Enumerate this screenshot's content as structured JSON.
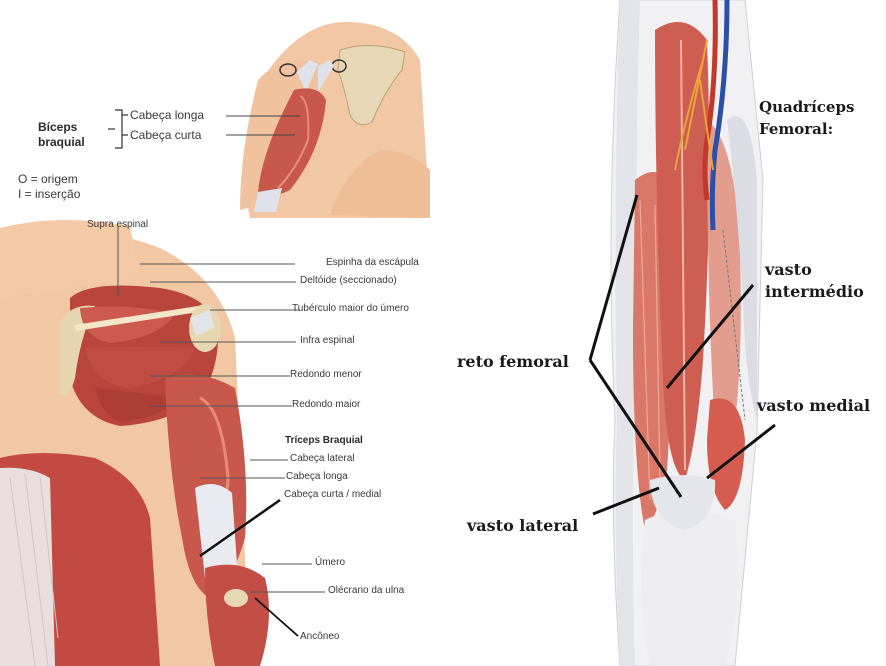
{
  "top_arm": {
    "title_line1": "Bíceps",
    "title_line2": "braquial",
    "long_head": "Cabeça longa",
    "short_head": "Cabeça curta",
    "legend_origin": "O = origem",
    "legend_insertion": "I = inserção"
  },
  "back_shoulder": {
    "labels": {
      "supra_espinal": "Supra espinal",
      "espinha_escapula": "Espinha da escápula",
      "deltoide": "Deltóide (seccionado)",
      "tuberculo": "Tubérculo maior do úmero",
      "infra_espinal": "Infra espinal",
      "redondo_menor": "Redondo menor",
      "redondo_maior": "Redondo maior",
      "triceps_title": "Tríceps Braquial",
      "cabeca_lateral": "Cabeça lateral",
      "cabeca_longa": "Cabeça longa",
      "cabeca_curta_medial": "Cabeça curta / medial",
      "umero": "Úmero",
      "olecrano": "Olécrano da ulna",
      "anconeo": "Ancôneo"
    }
  },
  "thigh": {
    "title_line1": "Quadríceps",
    "title_line2": "Femoral:",
    "vasto_intermedio_1": "vasto",
    "vasto_intermedio_2": "intermédio",
    "reto_femoral": "reto femoral",
    "vasto_medial": "vasto medial",
    "vasto_lateral": "vasto lateral"
  },
  "colors": {
    "muscle": "#c95a4f",
    "muscle_light": "#e8a08f",
    "skin": "#f3c9a6",
    "bone": "#e9dcc0",
    "tendon": "#e6e6ee"
  }
}
